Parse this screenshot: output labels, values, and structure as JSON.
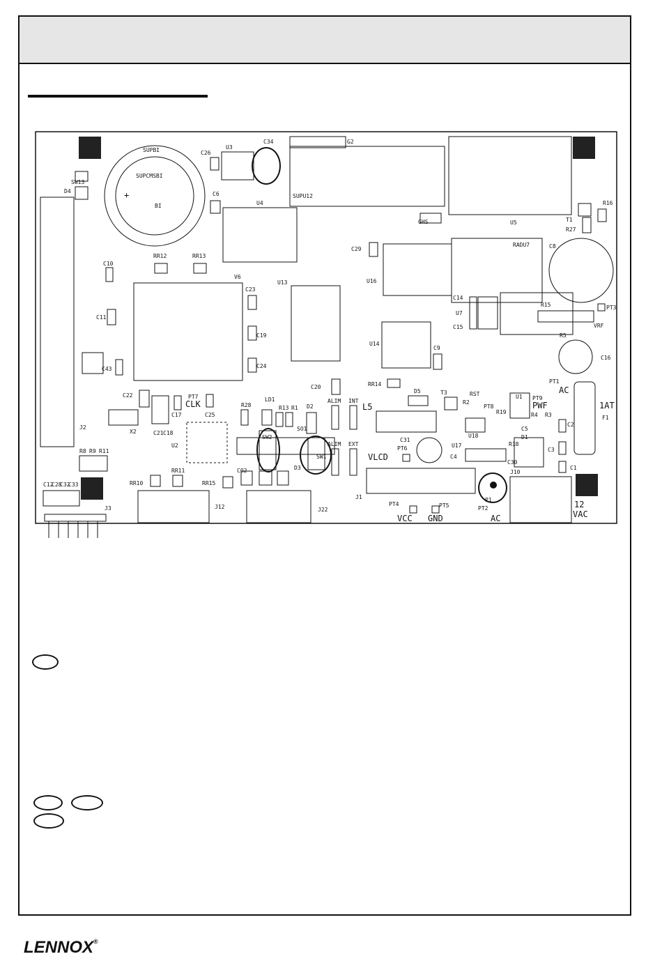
{
  "logo": {
    "text": "LENNOX",
    "mark": "®"
  },
  "board": {
    "labels": {
      "supbi": "SUPBI",
      "supcmsbi": "SUPCMSBI",
      "bi": "BI",
      "sw13": "SW13",
      "d4": "D4",
      "c26": "C26",
      "u3": "U3",
      "c34": "C34",
      "g2": "G2",
      "supu12": "SUPU12",
      "c6": "C6",
      "u4": "U4",
      "ghs": "GHS",
      "u5": "U5",
      "r16": "R16",
      "t1": "T1",
      "r27": "R27",
      "c29": "C29",
      "radu7": "RADU7",
      "c8": "C8",
      "u16": "U16",
      "c14": "C14",
      "u7": "U7",
      "c15": "C15",
      "r15": "R15",
      "vrf": "VRF",
      "pt3": "PT3",
      "r5": "R5",
      "c16": "C16",
      "c10": "C10",
      "rr12": "RR12",
      "rr13": "RR13",
      "v6": "V6",
      "c23": "C23",
      "u13": "U13",
      "c11": "C11",
      "c19": "C19",
      "c43": "C43",
      "c24": "C24",
      "u14": "U14",
      "c9": "C9",
      "c20": "C20",
      "rr14": "RR14",
      "d5": "D5",
      "t3": "T3",
      "rst": "RST",
      "r2": "R2",
      "pt8": "PT8",
      "u1": "U1",
      "pt9": "PT9",
      "pwf": "PWF",
      "pt1": "PT1",
      "ac": "AC",
      "1at": "1AT",
      "f1": "F1",
      "c22": "C22",
      "pt7": "PT7",
      "clk": "CLK",
      "c25": "C25",
      "c17": "C17",
      "r28": "R28",
      "ld1": "LD1",
      "r13": "R13",
      "r1": "R1",
      "d2": "D2",
      "alim": "ALIM",
      "int": "INT",
      "l5": "L5",
      "r19": "R19",
      "r4": "R4",
      "r3": "R3",
      "c2": "C2",
      "c5": "C5",
      "d1": "D1",
      "x2": "X2",
      "c21": "C21",
      "c18": "C18",
      "u2": "U2",
      "sw2": "SW2",
      "so1": "SO1",
      "sw1": "SW1",
      "c31": "C31",
      "pt6": "PT6",
      "u17": "U17",
      "u18": "U18",
      "r18": "R18",
      "c4": "C4",
      "c30": "C30",
      "c3": "C3",
      "c1": "C1",
      "vlcd": "VLCD",
      "ext": "EXT",
      "j2": "J2",
      "r8": "R8",
      "r9": "R9",
      "r11": "R11",
      "c12": "C12",
      "c28": "C28",
      "c32": "C32",
      "c33": "C33",
      "rr10": "RR10",
      "rr11": "RR11",
      "rr15": "RR15",
      "co2": "CO2",
      "d3": "D3",
      "j3": "J3",
      "j12": "J12",
      "j22": "J22",
      "j1": "J1",
      "j10": "J10",
      "pt4": "PT4",
      "pt5": "PT5",
      "vcc": "VCC",
      "gnd": "GND",
      "p1": "P1",
      "pt2": "PT2",
      "12": "12",
      "vac": "VAC",
      "ac2": "AC"
    }
  }
}
